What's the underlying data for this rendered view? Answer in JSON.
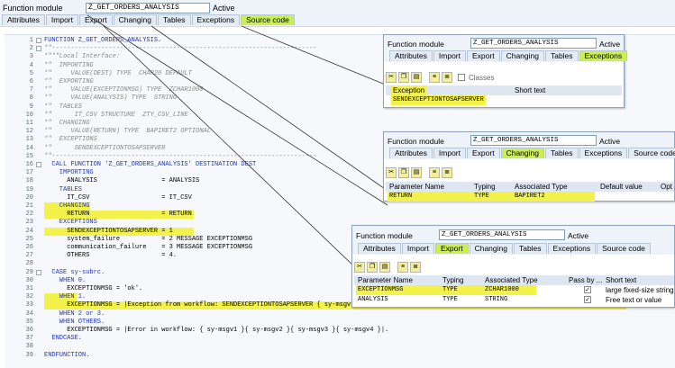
{
  "main": {
    "fm_label": "Function module",
    "fm_value": "Z_GET_ORDERS_ANALYSIS",
    "status": "Active",
    "tabs": [
      {
        "label": "Attributes",
        "active": false
      },
      {
        "label": "Import",
        "active": false
      },
      {
        "label": "Export",
        "active": false
      },
      {
        "label": "Changing",
        "active": false
      },
      {
        "label": "Tables",
        "active": false
      },
      {
        "label": "Exceptions",
        "active": false
      },
      {
        "label": "Source code",
        "active": true
      }
    ]
  },
  "code": [
    {
      "n": "1",
      "t": "FUNCTION Z_GET_ORDERS_ANALYSIS.",
      "cls": "c-kw",
      "fold": true
    },
    {
      "n": "2",
      "t": "*\"----------------------------------------------------------------------",
      "cls": "c-com",
      "fold": true
    },
    {
      "n": "3",
      "t": "*\"*\"Local Interface:",
      "cls": "c-com"
    },
    {
      "n": "4",
      "t": "*\"  IMPORTING",
      "cls": "c-com"
    },
    {
      "n": "5",
      "t": "*\"     VALUE(DEST) TYPE  CHAR20 DEFAULT",
      "cls": "c-com"
    },
    {
      "n": "6",
      "t": "*\"  EXPORTING",
      "cls": "c-com"
    },
    {
      "n": "7",
      "t": "*\"     VALUE(EXCEPTIONMSG) TYPE  ZCHAR1000",
      "cls": "c-com"
    },
    {
      "n": "8",
      "t": "*\"     VALUE(ANALYSIS) TYPE  STRING",
      "cls": "c-com"
    },
    {
      "n": "9",
      "t": "*\"  TABLES",
      "cls": "c-com"
    },
    {
      "n": "10",
      "t": "*\"      IT_CSV STRUCTURE  ZTY_CSV_LINE",
      "cls": "c-com"
    },
    {
      "n": "11",
      "t": "*\"  CHANGING",
      "cls": "c-com"
    },
    {
      "n": "12",
      "t": "*\"     VALUE(RETURN) TYPE  BAPIRET2 OPTIONAL",
      "cls": "c-com"
    },
    {
      "n": "13",
      "t": "*\"  EXCEPTIONS",
      "cls": "c-com"
    },
    {
      "n": "14",
      "t": "*\"      SENDEXCEPTIONTOSAPSERVER",
      "cls": "c-com"
    },
    {
      "n": "15",
      "t": "*\"----------------------------------------------------------------------",
      "cls": "c-com"
    },
    {
      "n": "16",
      "t": "  CALL FUNCTION 'Z_GET_ORDERS_ANALYSIS' DESTINATION DEST",
      "cls": "c-kw",
      "fold": true
    },
    {
      "n": "17",
      "t": "    IMPORTING",
      "cls": "c-kw"
    },
    {
      "n": "18",
      "t": "      ANALYSIS                 = ANALYSIS",
      "cls": ""
    },
    {
      "n": "19",
      "t": "    TABLES",
      "cls": "c-kw"
    },
    {
      "n": "20",
      "t": "      IT_CSV                   = IT_CSV",
      "cls": ""
    },
    {
      "n": "21",
      "t": "    CHANGING",
      "cls": "c-kw",
      "hl": [
        44,
        95
      ]
    },
    {
      "n": "22",
      "t": "      RETURN                   = RETURN",
      "cls": "",
      "hl": [
        44,
        210
      ]
    },
    {
      "n": "23",
      "t": "    EXCEPTIONS",
      "cls": "c-kw"
    },
    {
      "n": "24",
      "t": "      SENDEXCEPTIONTOSAPSERVER = 1",
      "cls": "",
      "hl": [
        44,
        210
      ]
    },
    {
      "n": "25",
      "t": "      system_failure           = 2 MESSAGE EXCEPTIONMSG",
      "cls": ""
    },
    {
      "n": "26",
      "t": "      communication_failure    = 3 MESSAGE EXCEPTIONMSG",
      "cls": ""
    },
    {
      "n": "27",
      "t": "      OTHERS                   = 4.",
      "cls": ""
    },
    {
      "n": "28",
      "t": "",
      "cls": ""
    },
    {
      "n": "29",
      "t": "  CASE sy-subrc.",
      "cls": "c-kw",
      "fold": true
    },
    {
      "n": "30",
      "t": "    WHEN 0.",
      "cls": "c-kw"
    },
    {
      "n": "31",
      "t": "      EXCEPTIONMSG = 'ok'.",
      "cls": ""
    },
    {
      "n": "32",
      "t": "    WHEN 1.",
      "cls": "c-kw",
      "hl": [
        44,
        80
      ]
    },
    {
      "n": "33",
      "t": "      EXCEPTIONMSG = |Exception from workflow: SENDEXCEPTIONTOSAPSERVER { sy-msgv1 }{ sy-msgv2 }{ sy-msgv3 }{ sy-msgv4 }|.",
      "cls": "",
      "hl": [
        44,
        690
      ]
    },
    {
      "n": "34",
      "t": "    WHEN 2 or 3.",
      "cls": "c-kw"
    },
    {
      "n": "35",
      "t": "    WHEN OTHERS.",
      "cls": "c-kw"
    },
    {
      "n": "36",
      "t": "      EXCEPTIONMSG = |Error in workflow: { sy-msgv1 }{ sy-msgv2 }{ sy-msgv3 }{ sy-msgv4 }|.",
      "cls": ""
    },
    {
      "n": "37",
      "t": "  ENDCASE.",
      "cls": "c-kw"
    },
    {
      "n": "38",
      "t": "",
      "cls": ""
    },
    {
      "n": "39",
      "t": "ENDFUNCTION.",
      "cls": "c-kw"
    }
  ],
  "panel_exceptions": {
    "fm_label": "Function module",
    "fm_value": "Z_GET_ORDERS_ANALYSIS",
    "status": "Active",
    "tabs": [
      "Attributes",
      "Import",
      "Export",
      "Changing",
      "Tables",
      "Exceptions"
    ],
    "classes_label": "Classes",
    "col1": "Exception",
    "col2": "Short text",
    "row1": "SENDEXCEPTIONTOSAPSERVER"
  },
  "panel_changing": {
    "fm_label": "Function module",
    "fm_value": "Z_GET_ORDERS_ANALYSIS",
    "status": "Active",
    "tabs": [
      "Attributes",
      "Import",
      "Export",
      "Changing",
      "Tables",
      "Exceptions",
      "Source code"
    ],
    "cols": [
      "Parameter Name",
      "Typing",
      "Associated Type",
      "Default value",
      "Opt"
    ],
    "row": [
      "RETURN",
      "TYPE",
      "BAPIRET2"
    ]
  },
  "panel_export": {
    "fm_label": "Function module",
    "fm_value": "Z_GET_ORDERS_ANALYSIS",
    "status": "Active",
    "tabs": [
      "Attributes",
      "Import",
      "Export",
      "Changing",
      "Tables",
      "Exceptions",
      "Source code"
    ],
    "cols": [
      "Parameter Name",
      "Typing",
      "Associated Type",
      "Pass by ...",
      "Short text"
    ],
    "rows": [
      [
        "EXCEPTIONMSG",
        "TYPE",
        "ZCHAR1000",
        "large fixed-size string"
      ],
      [
        "ANALYSIS",
        "TYPE",
        "STRING",
        "Free text or value"
      ]
    ],
    "check_glyph": "✓"
  },
  "colors": {
    "highlight": "#f2f24a",
    "active_tab": "#c9ef52",
    "keyword": "#2436a8",
    "comment": "#8a8a8a"
  }
}
